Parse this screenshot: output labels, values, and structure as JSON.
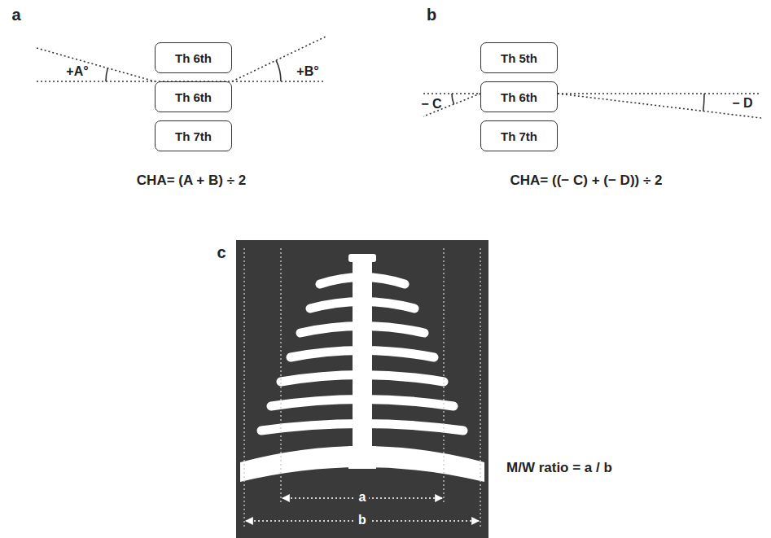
{
  "diagram": {
    "nodes": [
      {
        "text": [
          "Th 6th"
        ]
      },
      {
        "text": [
          "Th 6th"
        ]
      },
      {
        "text": [
          "Th 7th"
        ]
      },
      {
        "text": [
          "Th 5th"
        ]
      },
      {
        "text": [
          "Th 6th"
        ]
      },
      {
        "text": [
          "Th 7th"
        ]
      }
    ],
    "edges": [],
    "labels": [
      "a",
      "+A°",
      "+B°",
      "CHA= (A + B) ÷ 2",
      "b",
      "− C",
      "− D",
      "CHA= ((− C) + (− D)) ÷ 2",
      "c",
      "a",
      "b",
      "M/W ratio = a / b"
    ]
  }
}
